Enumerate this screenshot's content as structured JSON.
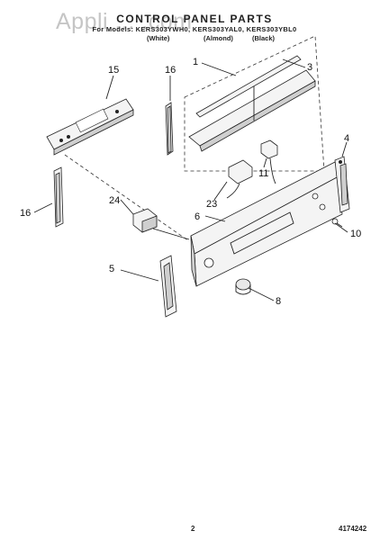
{
  "watermark": "Appli ... .com",
  "header": {
    "title": "CONTROL PANEL PARTS",
    "models": "For Models: KERS303YWH0, KERS303YAL0, KERS303YBL0",
    "color_white": "(White)",
    "color_almond": "(Almond)",
    "color_black": "(Black)"
  },
  "callouts": [
    "1",
    "3",
    "15",
    "16",
    "16",
    "4",
    "11",
    "23",
    "24",
    "6",
    "10",
    "5",
    "8"
  ],
  "footer": {
    "page_number": "2",
    "doc_number": "4174242"
  }
}
